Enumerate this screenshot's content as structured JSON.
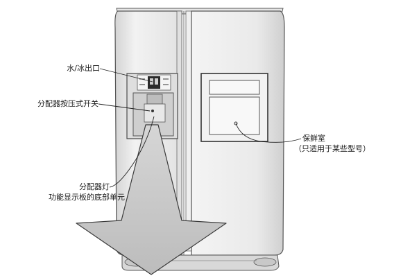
{
  "labels": {
    "water_ice_outlet": "水/冰出口",
    "dispenser_switch": "分配器按压式开关",
    "dispenser_lamp_line1": "分配器灯",
    "dispenser_lamp_line2": "功能显示板的底部单元",
    "fresh_room_line1": "保鲜室",
    "fresh_room_line2": "（只适用于某些型号）"
  },
  "colors": {
    "outline": "#4a4a4a",
    "body_fill": "#ececec",
    "panel_fill": "#dcdcdc",
    "arrow_fill": "#c8c8c8"
  }
}
